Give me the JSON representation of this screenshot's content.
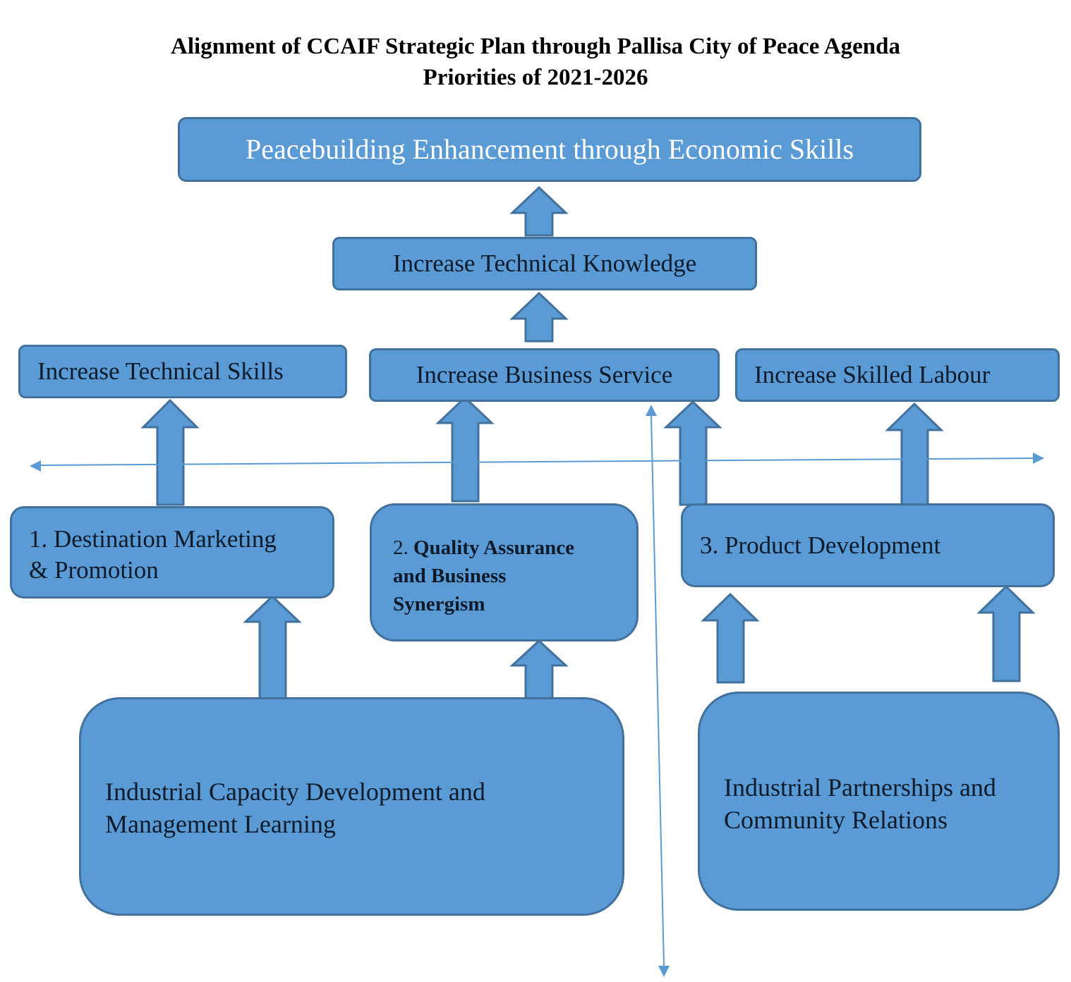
{
  "title": {
    "line1": "Alignment of CCAIF Strategic Plan through Pallisa City of Peace Agenda",
    "line2": "Priorities of 2021-2026"
  },
  "goal": "Peacebuilding Enhancement through Economic Skills",
  "knowledge": "Increase Technical Knowledge",
  "outcomes": {
    "skills": "Increase Technical Skills",
    "business": "Increase Business Service",
    "labour": "Increase Skilled Labour"
  },
  "priorities": {
    "p1_line1": "1. Destination Marketing",
    "p1_line2": "& Promotion",
    "p2_num": "2. ",
    "p2_line1": "Quality Assurance",
    "p2_line2": "and Business",
    "p2_line3": "Synergism",
    "p3": "3. Product Development"
  },
  "foundations": {
    "left_line1": "Industrial Capacity Development and",
    "left_line2": "Management Learning",
    "right_line1": "Industrial Partnerships and",
    "right_line2": "Community Relations"
  },
  "colors": {
    "box_fill": "#5b9bd5",
    "box_border": "#41719c",
    "goal_text": "#ffffff",
    "axis_line": "#5b9bd5"
  }
}
